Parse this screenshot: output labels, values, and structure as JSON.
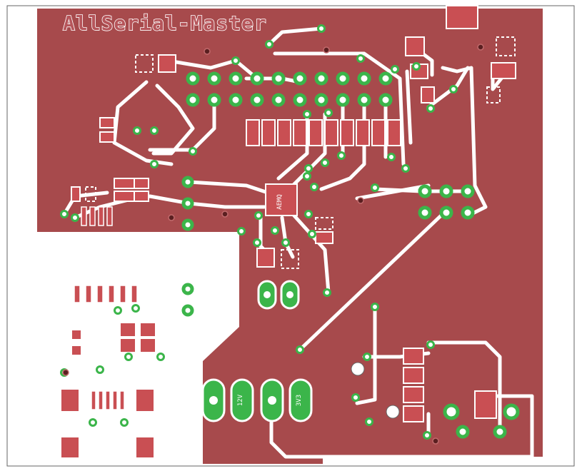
{
  "board": {
    "title": "AllSerial-Master",
    "colors": {
      "copper": "#a74a4c",
      "trace": "#ffffff",
      "pad": "#c94f53",
      "via_ring": "#3bb54a",
      "outline": "#555555",
      "background": "#ffffff"
    }
  },
  "chip": {
    "label": "AEMQ"
  },
  "connectors": {
    "power_12v": "12V",
    "power_3v3": "3V3"
  }
}
